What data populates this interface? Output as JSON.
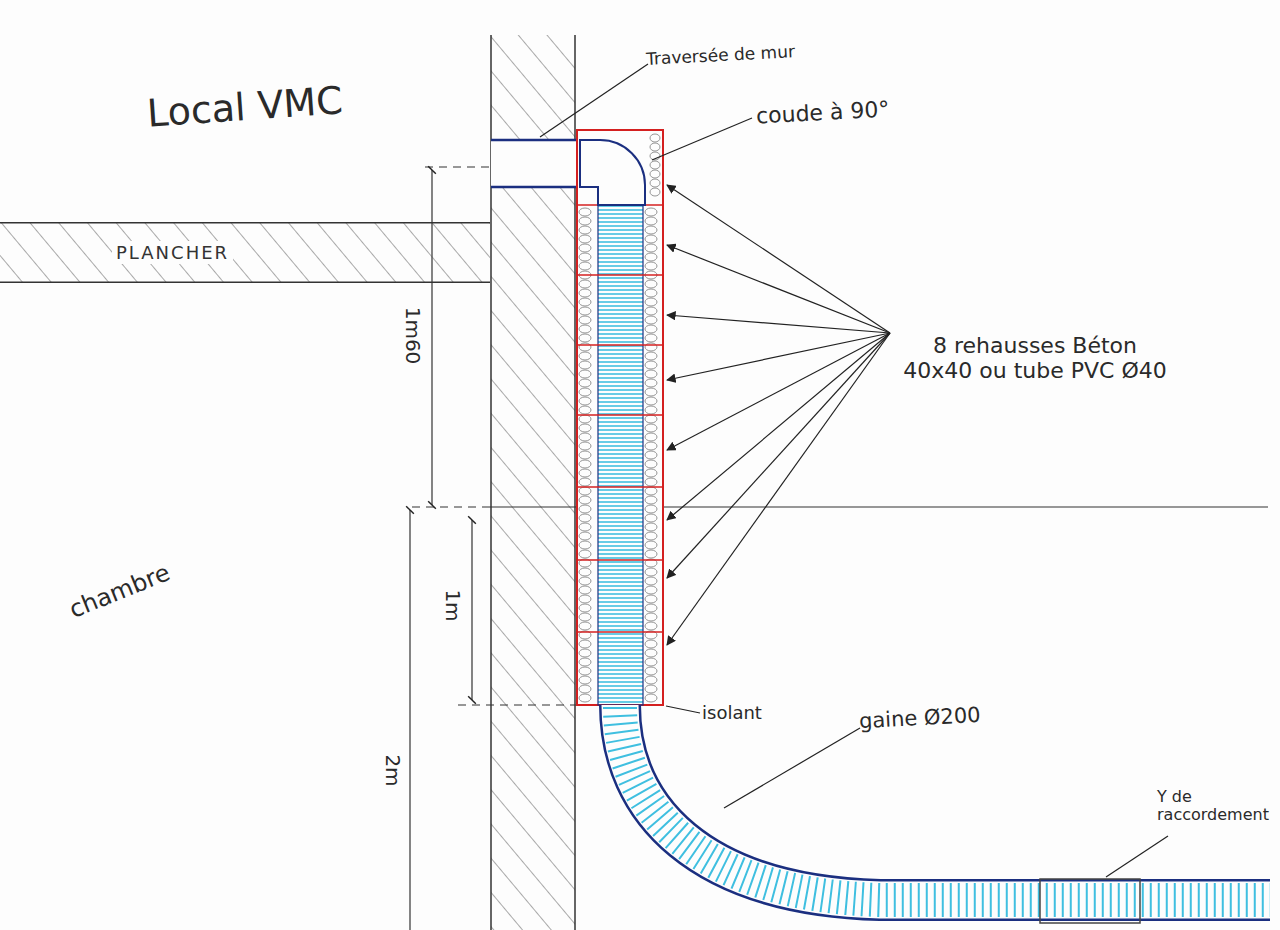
{
  "diagram": {
    "nodes": [
      {
        "text": [
          "PLANCHER"
        ]
      }
    ],
    "labels": [
      "Local VMC",
      "Traversée de mur",
      "coude à 90°",
      "8 rehausses Béton 40x40 ou tube PVC Ø40",
      "1m60",
      "chambre",
      "1m",
      "2m",
      "isolant",
      "gaine Ø200",
      "Y de raccordement"
    ]
  }
}
